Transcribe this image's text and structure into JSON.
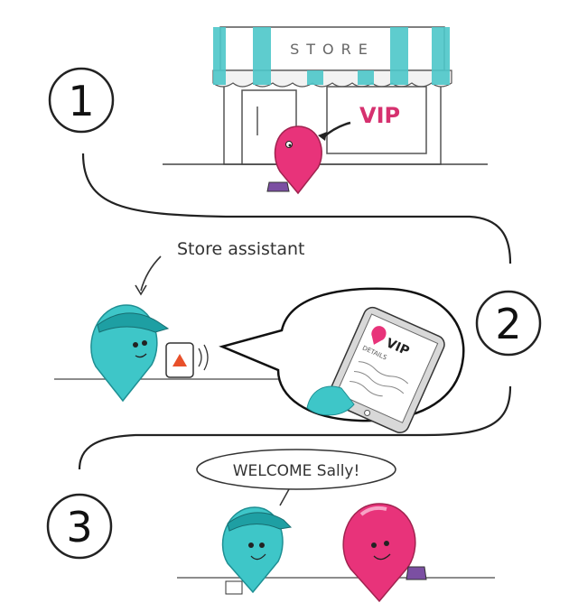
{
  "steps": [
    "1",
    "2",
    "3"
  ],
  "store_sign": "STORE",
  "vip_label": "VIP",
  "assistant_caption": "Store assistant",
  "tablet": {
    "vip_label": "VIP",
    "details_label": "DETAILS"
  },
  "welcome_speech": "WELCOME Sally!",
  "colors": {
    "teal": "#3ec6c8",
    "teal_dark": "#1e9fa3",
    "pink": "#e8337a",
    "pink_light": "#f28cb6",
    "awning_gray": "#f4f4f4",
    "purple": "#7b4fa2",
    "line": "#222222"
  },
  "icons": [
    "arrow-icon",
    "warning-triangle-icon",
    "location-pin-icon",
    "signal-waves-icon"
  ]
}
